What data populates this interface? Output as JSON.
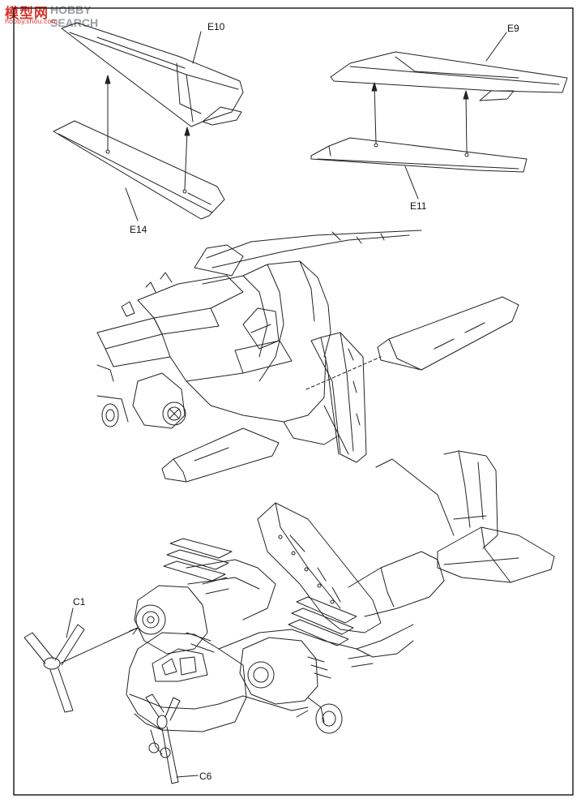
{
  "watermark": {
    "brand_cn": "模型网",
    "brand_en": "HOBBY SEARCH",
    "url": "hobby.shou.com"
  },
  "labels": {
    "e10": "E10",
    "e9": "E9",
    "e14": "E14",
    "e11": "E11",
    "c1": "C1",
    "c6": "C6"
  }
}
